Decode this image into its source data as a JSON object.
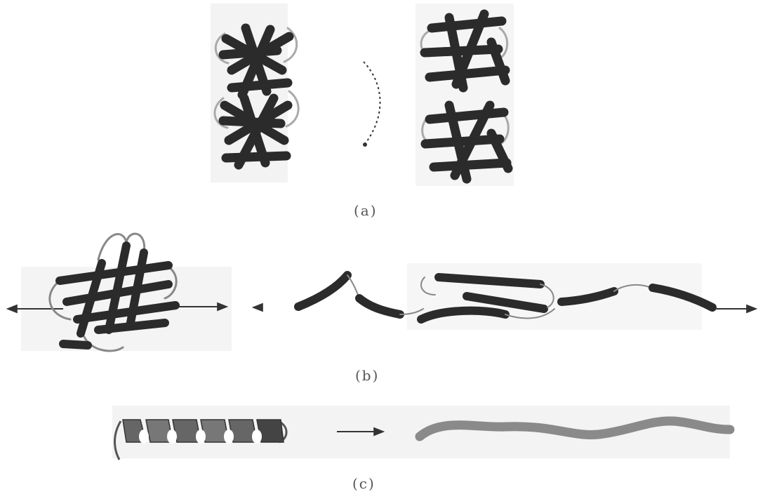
{
  "panels": {
    "a": {
      "label": "(a)"
    },
    "b": {
      "label": "(b)"
    },
    "c": {
      "label": "(c)"
    }
  },
  "colors": {
    "strand": "#2b2b2b",
    "loop": "#9a9a9a",
    "unfolded_chain": "#8a8a8a",
    "background_shade": "#f3f3f3"
  }
}
